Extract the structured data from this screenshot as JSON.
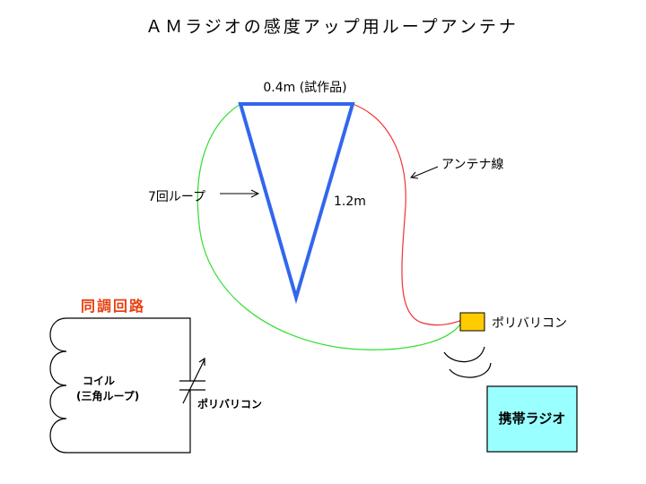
{
  "title": "ＡＭラジオの感度アップ用ループアンテナ",
  "loop_size_label": "0.4m (試作品)",
  "turns_label": "7回ループ",
  "height_label": "1.2m",
  "antenna_wire_label": "アンテナ線",
  "polyvaricon_label": "ポリバリコン",
  "radio_label": "携帯ラジオ",
  "circuit": {
    "title": "同調回路",
    "coil_label": "コイル",
    "coil_sublabel": "(三角ループ)",
    "capacitor_label": "ポリバリコン"
  },
  "colors": {
    "loop": "#3366ee",
    "green_wire": "#33dd33",
    "red_wire": "#ee3333",
    "polyvaricon_box": "#ffcc00",
    "radio_box": "#99ffff",
    "circuit_title": "#e84010"
  }
}
